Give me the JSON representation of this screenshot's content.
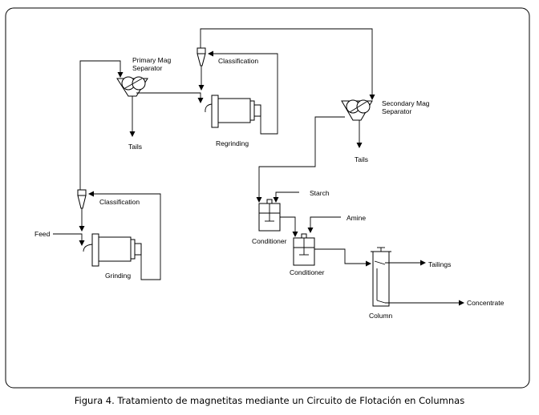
{
  "diagram": {
    "labels": {
      "primary_mag_separator": "Primary Mag\nSeparator",
      "classification_top": "Classification",
      "secondary_mag_separator": "Secondary Mag\nSeparator",
      "tails_primary": "Tails",
      "regrinding": "Regrinding",
      "tails_secondary": "Tails",
      "starch": "Starch",
      "amine": "Amine",
      "classification_bottom": "Classification",
      "feed": "Feed",
      "conditioner_1": "Conditioner",
      "conditioner_2": "Conditioner",
      "tailings": "Tailings",
      "grinding": "Grinding",
      "concentrate": "Concentrate",
      "column": "Column"
    }
  },
  "caption": "Figura 4. Tratamiento de magnetitas mediante un Circuito de Flotación en Columnas"
}
